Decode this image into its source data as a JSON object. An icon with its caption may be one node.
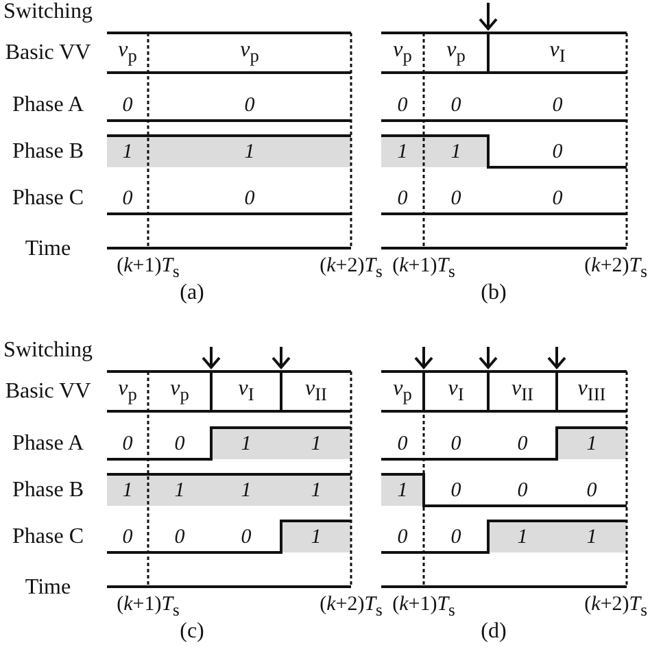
{
  "diagram": {
    "labels": [
      "Switching",
      "Basic VV",
      "*v*$_{p}$",
      "*v*$_{p}$",
      "Phase A",
      "0",
      "0",
      "Phase B",
      "1",
      "1",
      "Phase C",
      "0",
      "0",
      "Time",
      "(*k*+1)*T*$_{s}$",
      "(*k*+2)*T*$_{s}$",
      "(a)",
      "*v*$_{p}$",
      "*v*$_{p}$",
      "*v*$_{I}$",
      "0",
      "0",
      "0",
      "1",
      "1",
      "0",
      "0",
      "0",
      "0",
      "(*k*+1)*T*$_{s}$",
      "(*k*+2)*T*$_{s}$",
      "(b)",
      "Switching",
      "Basic VV",
      "*v*$_{p}$",
      "*v*$_{p}$",
      "*v*$_{I}$",
      "*v*$_{II}$",
      "Phase A",
      "0",
      "0",
      "1",
      "1",
      "Phase B",
      "1",
      "1",
      "1",
      "1",
      "Phase C",
      "0",
      "0",
      "0",
      "1",
      "Time",
      "(*k*+1)*T*$_{s}$",
      "(*k*+2)*T*$_{s}$",
      "(c)",
      "*v*$_{p}$",
      "*v*$_{I}$",
      "*v*$_{II}$",
      "*v*$_{III}$",
      "0",
      "0",
      "0",
      "1",
      "1",
      "0",
      "0",
      "0",
      "0",
      "0",
      "1",
      "1",
      "(*k*+1)*T*$_{s}$",
      "(*k*+2)*T*$_{s}$",
      "(d)"
    ]
  }
}
